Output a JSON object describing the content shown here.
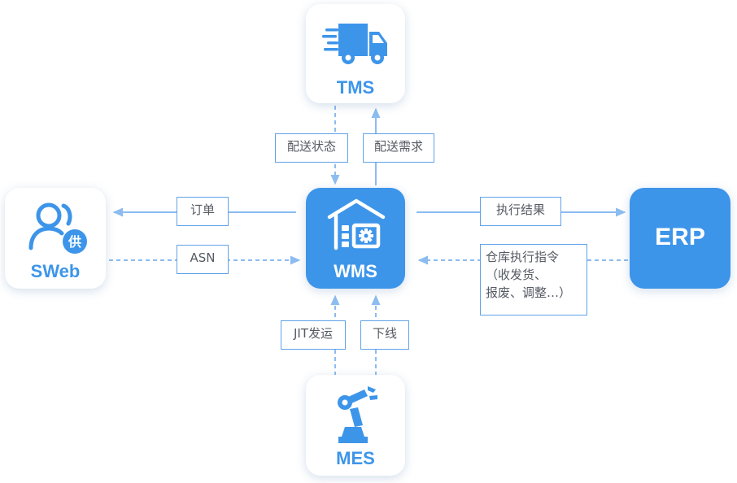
{
  "nodes": {
    "tms": {
      "label": "TMS",
      "icon": "truck-icon"
    },
    "sweb": {
      "label": "SWeb",
      "icon": "supplier-user-icon",
      "badge": "供"
    },
    "wms": {
      "label": "WMS",
      "icon": "warehouse-icon"
    },
    "erp": {
      "label": "ERP"
    },
    "mes": {
      "label": "MES",
      "icon": "robot-arm-icon"
    }
  },
  "edges": {
    "delivery_status": "配送状态",
    "delivery_demand": "配送需求",
    "order": "订单",
    "asn": "ASN",
    "exec_result": "执行结果",
    "warehouse_instruction": [
      "仓库执行指令",
      "（收发货、",
      "报废、调整…）"
    ],
    "jit_shipping": "JIT发运",
    "offline": "下线"
  },
  "colors": {
    "primary": "#3d95ea",
    "line": "#8cbcf0",
    "tag_border": "#5fa2e8",
    "text": "#555a63"
  }
}
